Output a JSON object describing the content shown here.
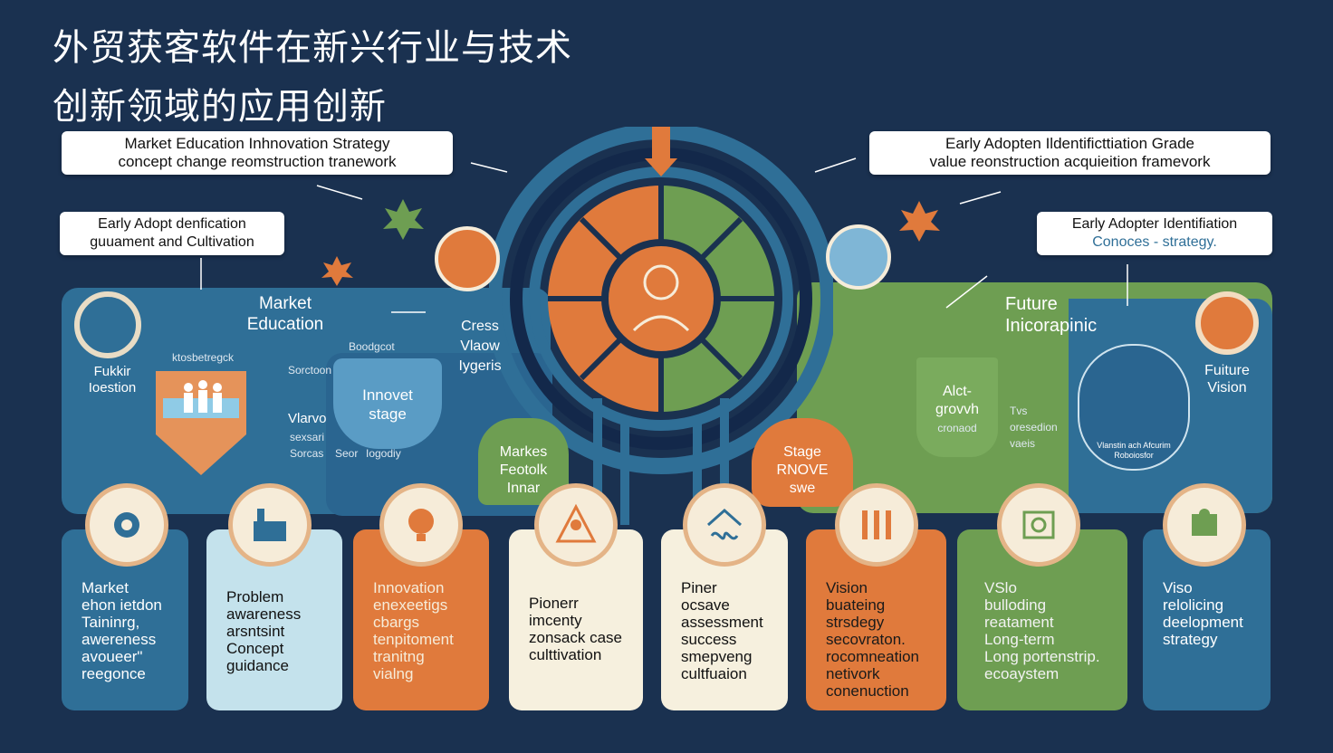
{
  "title": {
    "line1": "外贸获客软件在新兴行业与技术",
    "line2": "创新领域的应用创新"
  },
  "callouts": {
    "top_left": [
      "Market Education Inhnovation Strategy",
      "concept change reomstruction tranework"
    ],
    "top_right": [
      "Early Adopten Ildentificttiation Grade",
      "value reonstruction acquieition framevork"
    ],
    "mid_left": [
      "Early Adopt denfication",
      "guuament and Cultivation"
    ],
    "mid_right": [
      "Early Adopter Identifiation",
      "Conoces - strategy."
    ]
  },
  "left_panel": {
    "heading": [
      "Market",
      "Education"
    ],
    "side_label": [
      "Fukkir",
      "Ioestion"
    ],
    "small_tags": [
      "ktosbetregck",
      "Boodgcot",
      "Sorctoon",
      "Vlarvo",
      "sexsari",
      "Sorcas",
      "Seor",
      "Iogodiy"
    ],
    "innovet": [
      "Innovet",
      "stage"
    ],
    "cross": [
      "Cress",
      "Vlaow",
      "Iygeris"
    ],
    "market_bubble": [
      "Markes",
      "Feotolk",
      "Innar"
    ]
  },
  "right_panel": {
    "heading": [
      "Future",
      "Inicorapinic"
    ],
    "side_label": [
      "Fuiture",
      "Vision"
    ],
    "growth": [
      "Alct-",
      "grovvh",
      "cronaod"
    ],
    "growth_side": [
      "Tvs",
      "oresedion",
      "vaeis"
    ],
    "vision_circle": [
      "Vlanstin ach Afcurim",
      "Roboiosfor"
    ],
    "stage_bubble": [
      "Stage",
      "RNOVE",
      "swe"
    ]
  },
  "cards": [
    {
      "lines": [
        "Market",
        "ehon ietdon",
        "Taininrg,",
        "awereness",
        "avoueer\"",
        "reegonce"
      ]
    },
    {
      "lines": [
        "Problem",
        "awareness",
        "arsntsint",
        "Concept",
        "guidance"
      ]
    },
    {
      "lines": [
        "Innovation",
        "enexeetigs",
        "cbargs",
        "tenpitoment",
        "tranitng",
        "vialng"
      ]
    },
    {
      "lines": [
        "Pionerr",
        "imcenty",
        "zonsack case",
        "culttivation"
      ]
    },
    {
      "lines": [
        "Piner",
        "ocsave",
        "assessment",
        "success",
        "smepveng",
        "cultfuaion"
      ]
    },
    {
      "lines": [
        "Vision",
        "buateing",
        "strsdegy",
        "secovraton.",
        "rocomneation",
        "netivork",
        "conenuction"
      ]
    },
    {
      "lines": [
        "VSlo",
        "bulloding",
        "reatament",
        "Long-term",
        "Long portenstrip.",
        "ecoaystem"
      ]
    },
    {
      "lines": [
        "Viso",
        "relolicing",
        "deelopment",
        "strategy"
      ]
    }
  ],
  "colors": {
    "bg": "#1a3150",
    "blue": "#2f6f97",
    "orange": "#e07a3c",
    "green": "#6e9e52",
    "cream": "#f6f0de",
    "lightblue": "#c4e2ec"
  }
}
